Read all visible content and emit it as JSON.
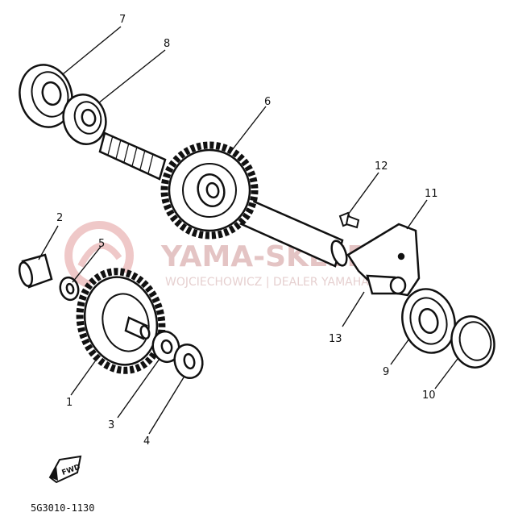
{
  "diagram": {
    "part_code": "5G3010-1130",
    "fwd_marker": "FWD",
    "watermark": {
      "brand": "YAMA-SKLEP.PL",
      "subline": "WOJCIECHOWICZ | DEALER YAMAHA"
    },
    "callouts": {
      "c1": "1",
      "c2": "2",
      "c3": "3",
      "c4": "4",
      "c5": "5",
      "c6": "6",
      "c7": "7",
      "c8": "8",
      "c9": "9",
      "c10": "10",
      "c11": "11",
      "c12": "12",
      "c13": "13"
    }
  }
}
